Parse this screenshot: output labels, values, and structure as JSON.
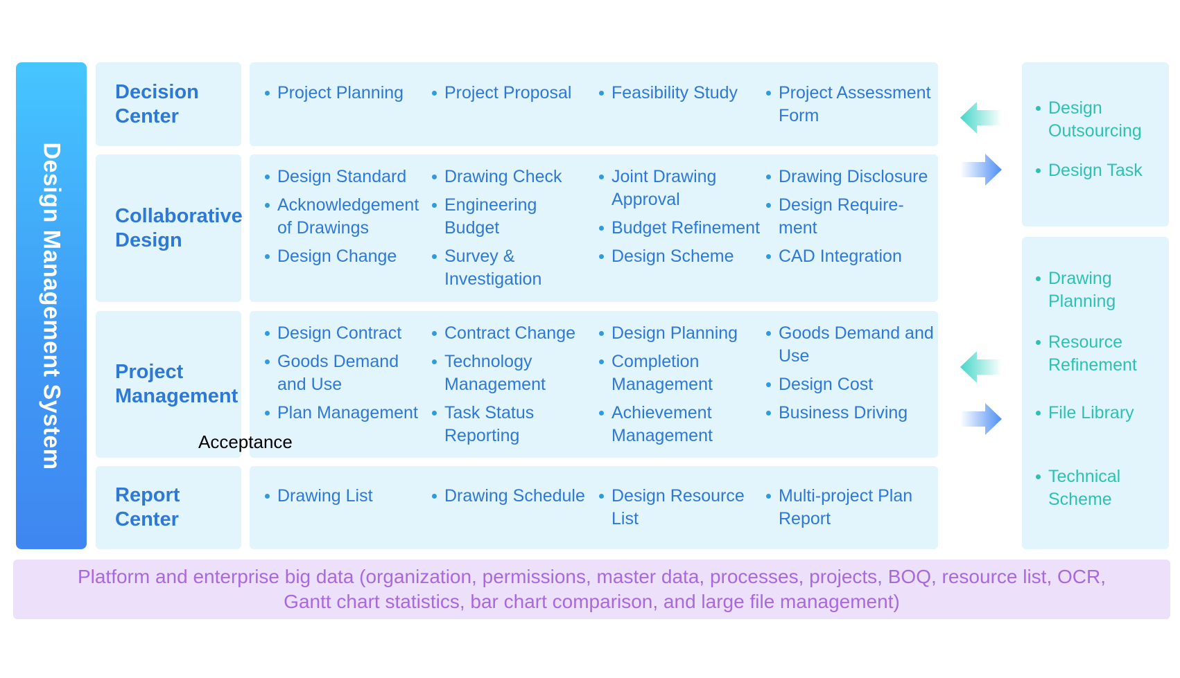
{
  "system": {
    "title": "Design Management System"
  },
  "rows": [
    {
      "label_line1": "Decision",
      "label_line2": "Center",
      "columns": [
        [
          "Project Planning"
        ],
        [
          "Project Proposal"
        ],
        [
          "Feasibility Study"
        ],
        [
          "Project Assessment Form"
        ]
      ]
    },
    {
      "label_line1": "Collaborative",
      "label_line2": "Design",
      "columns": [
        [
          "Design Standard",
          "Acknowledgement of Drawings",
          "Design Change"
        ],
        [
          "Drawing Check",
          "Engineering Budget",
          "Survey & Investigation"
        ],
        [
          "Joint Drawing Approval",
          "Budget Refinement",
          "Design Scheme"
        ],
        [
          "Drawing Disclosure",
          "Design Require-ment",
          "CAD Integration"
        ]
      ]
    },
    {
      "label_line1": "Project",
      "label_line2": "Management",
      "columns": [
        [
          "Design Contract",
          "Goods Demand and Use",
          "Plan Management"
        ],
        [
          "Contract Change",
          "Technology Management",
          "Task Status Reporting"
        ],
        [
          "Design Planning",
          "Completion Management",
          "Achievement Management"
        ],
        [
          "Goods Demand and Use",
          "Design Cost",
          "Business Driving"
        ]
      ]
    },
    {
      "label_line1": "Report",
      "label_line2": "Center",
      "columns": [
        [
          "Drawing List"
        ],
        [
          "Drawing Schedule"
        ],
        [
          "Design Resource List"
        ],
        [
          "Multi-project Plan Report"
        ]
      ]
    }
  ],
  "stray_label": "Acceptance",
  "side_panels": {
    "top": [
      "Design Outsourcing",
      "Design Task"
    ],
    "bottom": [
      "Drawing Planning",
      "Resource Refinement",
      "File Library",
      "Technical Scheme"
    ]
  },
  "platform": {
    "line1": "Platform and enterprise big data (organization, permissions, master data, processes, projects, BOQ, resource list, OCR,",
    "line2": "Gantt chart statistics, bar chart comparison, and large file management)"
  },
  "colors": {
    "primary_blue": "#2e78d6",
    "panel_bg": "#e2f4fc",
    "teal_text": "#2fc0b4",
    "purple_text": "#a969de",
    "purple_bg": "#ece0fb"
  }
}
